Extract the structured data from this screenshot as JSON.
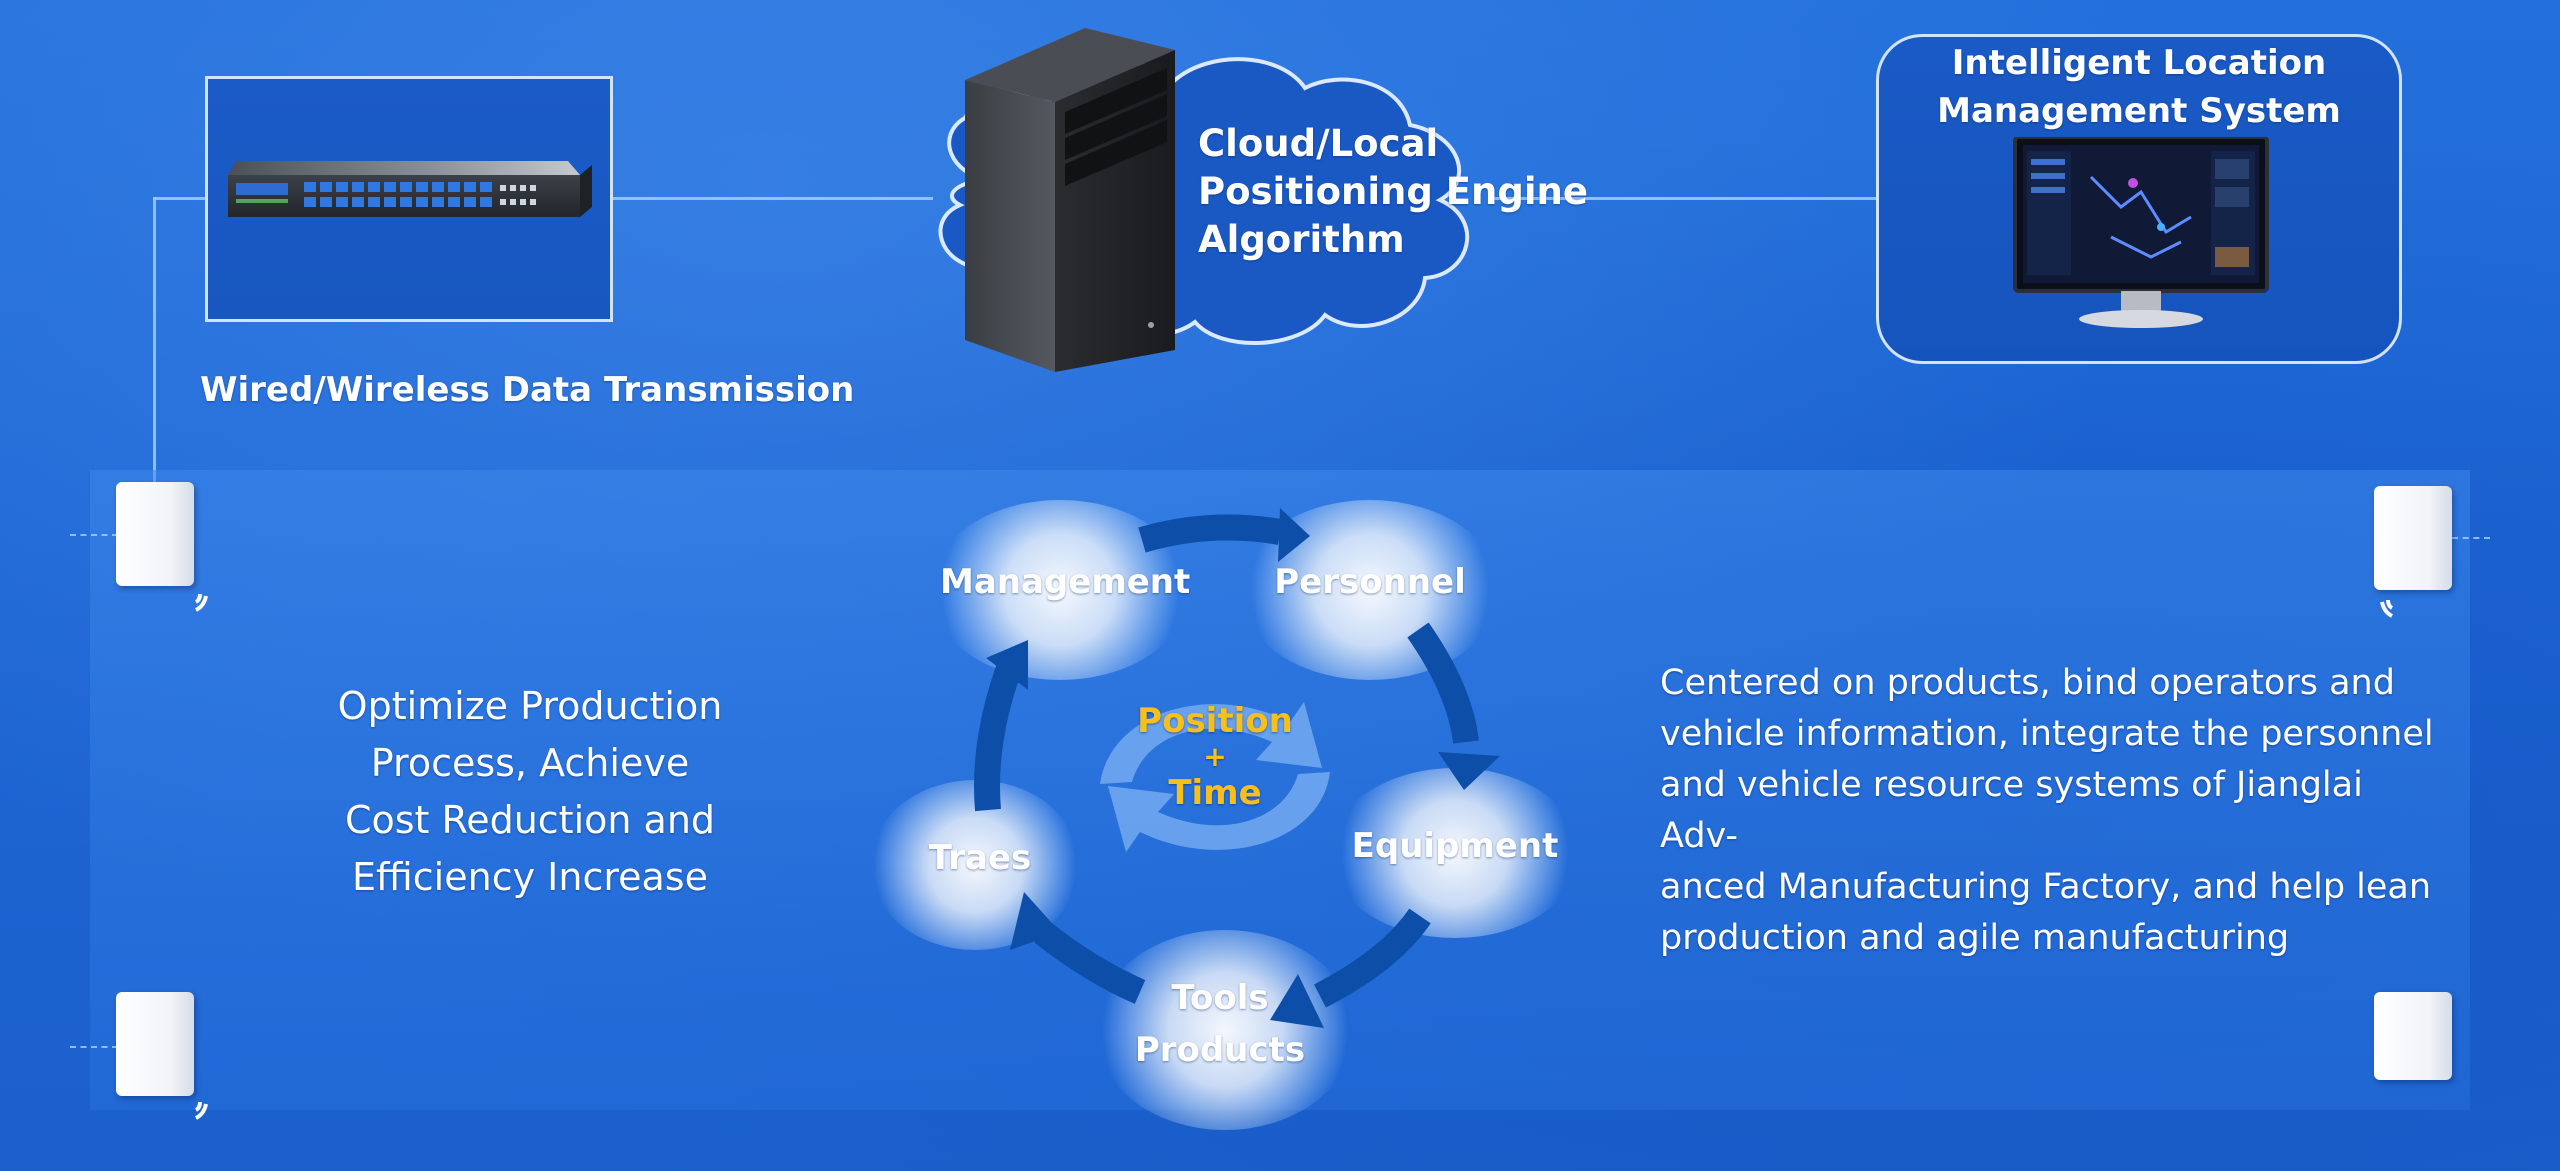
{
  "top": {
    "switch_caption": "Wired/Wireless Data Transmission",
    "engine_label_lines": [
      "Cloud/Local",
      "Positioning Engine",
      "Algorithm"
    ],
    "platform_title_lines": [
      "Intelligent Location",
      "Management System Platform"
    ]
  },
  "left_block": {
    "lines": [
      "Optimize Production",
      "Process, Achieve",
      "Cost Reduction and",
      "Efficiency Increase"
    ]
  },
  "cycle": {
    "center_top": "Position",
    "center_mid": "+",
    "center_bottom": "Time",
    "nodes": {
      "management": "Management",
      "personnel": "Personnel",
      "equipment": "Equipment",
      "tools": "Tools",
      "products": "Products",
      "traces": "Traes"
    }
  },
  "right_block": {
    "lines": [
      "Centered on products, bind operators and",
      "vehicle information, integrate the personnel",
      "and vehicle resource systems of Jianglai Adv-",
      "anced Manufacturing Factory, and help lean",
      "production and agile manufacturing"
    ]
  },
  "colors": {
    "background": "#1f68d6",
    "accent_text": "#f5c01e",
    "arrow": "#0d4ea8",
    "line": "#a0cdff"
  },
  "icons": [
    "network-switch-icon",
    "server-tower-icon",
    "cloud-icon",
    "monitor-icon",
    "access-point-icon",
    "wifi-signal-icon",
    "cycle-arrow-icon",
    "refresh-icon"
  ]
}
